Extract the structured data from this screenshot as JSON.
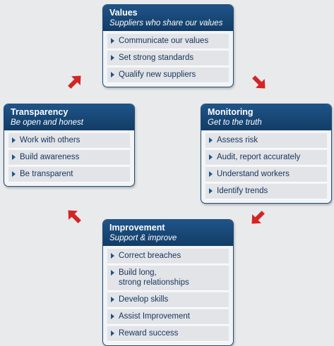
{
  "cards": [
    {
      "id": "values",
      "title": "Values",
      "subtitle": "Suppliers who share our values",
      "items": [
        "Communicate our values",
        "Set strong standards",
        "Qualify new suppliers"
      ]
    },
    {
      "id": "monitoring",
      "title": "Monitoring",
      "subtitle": "Get to the truth",
      "items": [
        "Assess risk",
        "Audit, report accurately",
        "Understand workers",
        "Identify trends"
      ]
    },
    {
      "id": "improvement",
      "title": "Improvement",
      "subtitle": "Support & improve",
      "items": [
        "Correct breaches",
        "Build long,\nstrong relationships",
        "Develop skills",
        "Assist Improvement",
        "Reward success"
      ]
    },
    {
      "id": "transparency",
      "title": "Transparency",
      "subtitle": "Be open and honest",
      "items": [
        "Work with others",
        "Build awareness",
        "Be transparent"
      ]
    }
  ],
  "colors": {
    "header": "#1f5488",
    "item_bg": "#e2e4e8",
    "item_text": "#16345a",
    "arrow": "#d42424",
    "background": "#e9eaeb"
  },
  "icons": {
    "bullet": "triangle-right-icon",
    "cycle_arrow": "arrow-icon"
  }
}
